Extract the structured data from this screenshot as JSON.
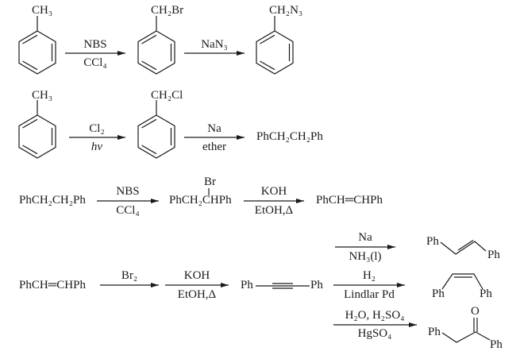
{
  "scheme_1": {
    "start": {
      "sub": "CH₃"
    },
    "step1": {
      "reagent_top": "NBS",
      "reagent_bottom": "CCl₄"
    },
    "intermediate": {
      "sub": "CH₂Br"
    },
    "step2": {
      "reagent_top": "NaN₃"
    },
    "product": {
      "sub": "CH₂N₃"
    }
  },
  "scheme_2": {
    "start": {
      "sub": "CH₃"
    },
    "step1": {
      "reagent_top": "Cl₂",
      "reagent_bottom": "hv"
    },
    "intermediate": {
      "sub": "CH₂Cl"
    },
    "step2": {
      "reagent_top": "Na",
      "reagent_bottom": "ether"
    },
    "product": "PhCH₂CH₂Ph"
  },
  "scheme_3": {
    "start": "PhCH₂CH₂Ph",
    "step1": {
      "reagent_top": "NBS",
      "reagent_bottom": "CCl₄"
    },
    "intermediate": {
      "main": "PhCH₂CHPh",
      "branch": "Br"
    },
    "step2": {
      "reagent_top": "KOH",
      "reagent_bottom": "EtOH,Δ"
    },
    "product": "PhCH═CHPh"
  },
  "scheme_4": {
    "start": "PhCH═CHPh",
    "step1": {
      "reagent_top": "Br₂"
    },
    "step2": {
      "reagent_top": "KOH",
      "reagent_bottom": "EtOH,Δ"
    },
    "alkyne": {
      "left": "Ph",
      "right": "Ph"
    },
    "branches": [
      {
        "reagent_top": "Na",
        "reagent_bottom": "NH₃(l)",
        "product": {
          "left": "Ph",
          "right": "Ph"
        }
      },
      {
        "reagent_top": "H₂",
        "reagent_bottom": "Lindlar Pd",
        "product": {
          "left": "Ph",
          "right": "Ph"
        }
      },
      {
        "reagent_top": "H₂O, H₂SO₄",
        "reagent_bottom": "HgSO₄",
        "product": {
          "left": "Ph",
          "right": "Ph",
          "oxygen": "O"
        }
      }
    ]
  }
}
